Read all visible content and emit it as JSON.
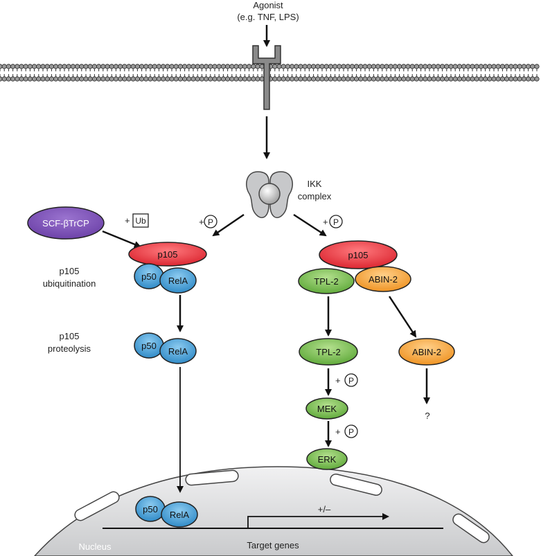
{
  "agonist": {
    "label": "Agonist",
    "examples": "(e.g. TNF, LPS)"
  },
  "ikk": {
    "line1": "IKK",
    "line2": "complex"
  },
  "scf": {
    "label": "SCF-βTrCP",
    "plus": "+",
    "ub": "Ub"
  },
  "phospho": {
    "plus": "+",
    "p": "P"
  },
  "left_complex": {
    "p105": "p105",
    "p50": "p50",
    "rela": "RelA"
  },
  "right_complex": {
    "p105": "p105",
    "tpl2": "TPL-2",
    "abin2": "ABIN-2"
  },
  "steps": {
    "ubiquitination_l1": "p105",
    "ubiquitination_l2": "ubiquitination",
    "proteolysis_l1": "p105",
    "proteolysis_l2": "proteolysis"
  },
  "dimer": {
    "p50": "p50",
    "rela": "RelA"
  },
  "free": {
    "tpl2": "TPL-2",
    "abin2": "ABIN-2",
    "question": "?"
  },
  "cascade": {
    "mek": "MEK",
    "erk": "ERK"
  },
  "nucleus": {
    "label": "Nucleus",
    "p50": "p50",
    "rela": "RelA",
    "regulation": "+/–",
    "target_genes": "Target genes"
  },
  "colors": {
    "scf": "#7a4fb5",
    "p105": "#e8303a",
    "blue": "#3d9bd6",
    "green": "#6cb744",
    "orange": "#f29d2a",
    "receptor": "#8a8a8a",
    "nucleus": "#d6d7d9"
  }
}
